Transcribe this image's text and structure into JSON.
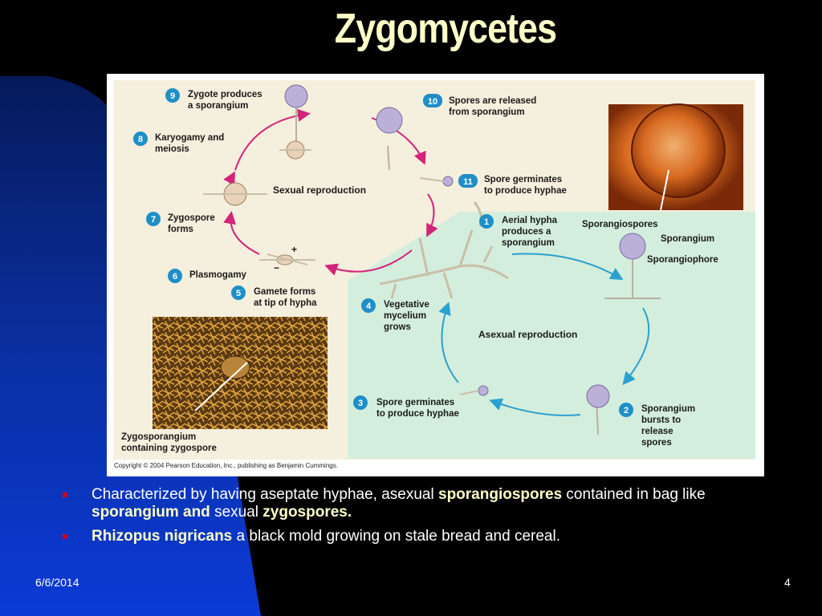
{
  "title": "Zygomycetes",
  "diagram": {
    "sexual_title": "Sexual reproduction",
    "asexual_title": "Asexual reproduction",
    "steps": [
      {
        "num": "1",
        "text": "Aerial hypha\nproduces a\nsporangium"
      },
      {
        "num": "2",
        "text": "Sporangium\nbursts to\nrelease\nspores"
      },
      {
        "num": "3",
        "text": "Spore germinates\nto produce hyphae"
      },
      {
        "num": "4",
        "text": "Vegetative\nmycelium\ngrows"
      },
      {
        "num": "5",
        "text": "Gamete forms\nat tip of hypha"
      },
      {
        "num": "6",
        "text": "Plasmogamy"
      },
      {
        "num": "7",
        "text": "Zygospore\nforms"
      },
      {
        "num": "8",
        "text": "Karyogamy and\nmeiosis"
      },
      {
        "num": "9",
        "text": "Zygote produces\na sporangium"
      },
      {
        "num": "10",
        "text": "Spores are released\nfrom sporangium"
      },
      {
        "num": "11",
        "text": "Spore germinates\nto produce hyphae"
      }
    ],
    "parts": {
      "sporangiospores": "Sporangiospores",
      "sporangium": "Sporangium",
      "sporangiophore": "Sporangiophore"
    },
    "plus": "+",
    "minus": "−",
    "photo_label": "Zygosporangium\ncontaining zygospore",
    "copyright": "Copyright © 2004 Pearson Education, Inc., publishing as Benjamin Cummings.",
    "colors": {
      "badge": "#1e8fc8",
      "sexual_arrow": "#d4237a",
      "asexual_arrow": "#2aa0d0",
      "asexual_bg": "#d4eedd",
      "sexual_bg": "#f5efdd"
    }
  },
  "bullets": [
    {
      "parts": [
        {
          "text": "Characterized by having aseptate hyphae, asexual ",
          "bold": false
        },
        {
          "text": "sporangiospores",
          "bold": true
        },
        {
          "text": " contained in bag like ",
          "bold": false
        },
        {
          "text": "sporangium and",
          "bold": true
        },
        {
          "text": " sexual ",
          "bold": false
        },
        {
          "text": "zygospores.",
          "bold": true
        }
      ]
    },
    {
      "parts": [
        {
          "text": "Rhizopus nigricans",
          "bold": true
        },
        {
          "text": " a black mold growing on stale bread and cereal.",
          "bold": false
        }
      ]
    }
  ],
  "footer": {
    "date": "6/6/2014",
    "page": "4"
  }
}
